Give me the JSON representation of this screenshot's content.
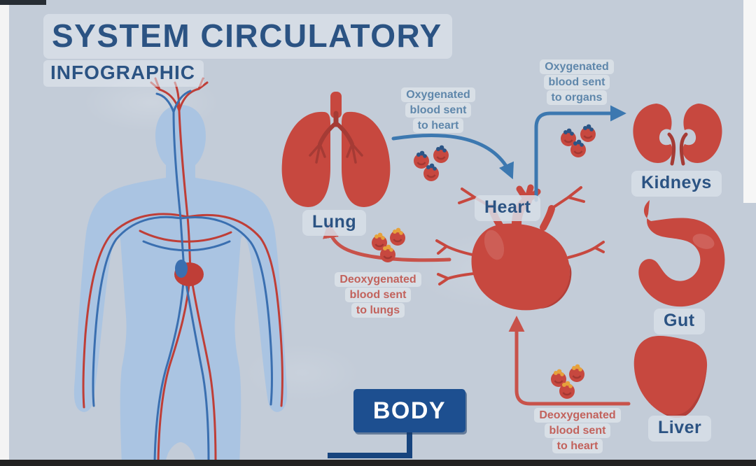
{
  "title": "SYSTEM CIRCULATORY",
  "subtitle": "INFOGRAPHIC",
  "organs": {
    "lung": "Lung",
    "heart": "Heart",
    "kidneys": "Kidneys",
    "gut": "Gut",
    "liver": "Liver"
  },
  "body_box": "BODY",
  "annotations": {
    "oxygenated_to_heart": [
      "Oxygenated",
      "blood sent",
      "to heart"
    ],
    "oxygenated_to_organs": [
      "Oxygenated",
      "blood sent",
      "to organs"
    ],
    "deoxygenated_to_lungs": [
      "Deoxygenated",
      "blood sent",
      "to lungs"
    ],
    "deoxygenated_to_heart": [
      "Deoxygenated",
      "blood sent",
      "to heart"
    ]
  },
  "colors": {
    "background": "#c3ccd8",
    "title_blue": "#2b5383",
    "organ_red": "#c7483f",
    "organ_red_dark": "#a53b35",
    "arrow_blue": "#3c78b0",
    "arrow_red": "#c8524a",
    "annotation_blue": "#5f87ab",
    "annotation_red": "#c2625c",
    "body_silhouette": "#aac4e2",
    "vessel_red": "#bf3e37",
    "vessel_blue": "#3a6fb0",
    "body_box_bg": "#1d4f90",
    "oxygen_dot": "#2b5586",
    "deoxygen_dot": "#e6a23c"
  }
}
